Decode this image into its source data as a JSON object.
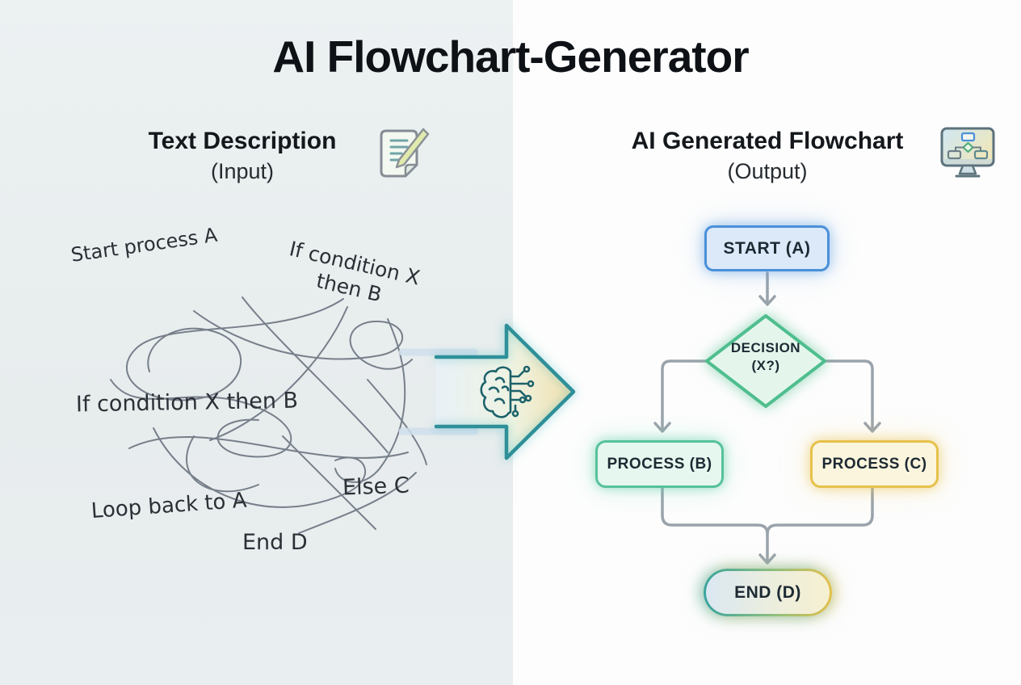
{
  "title": "AI Flowchart-Generator",
  "input_panel": {
    "heading": "Text Description",
    "subheading": "(Input)",
    "icon": "note-pencil-icon",
    "notes": {
      "note1": "Start process A",
      "note2_line1": "If condition X",
      "note2_line2": "then B",
      "note3": "If condition X then B",
      "note4": "Else C",
      "note5": "Loop back to A",
      "note6": "End D"
    }
  },
  "transform": {
    "icon": "ai-brain-circuit-icon",
    "direction": "left-to-right"
  },
  "output_panel": {
    "heading": "AI Generated Flowchart",
    "subheading": "(Output)",
    "icon": "monitor-flowchart-icon",
    "flowchart": {
      "start": {
        "label": "START (A)",
        "shape": "rounded-rectangle",
        "border_color": "#4a90d8",
        "fill_color": "#dbe9f9"
      },
      "decision": {
        "label": "DECISION",
        "sublabel": "(X?)",
        "shape": "diamond",
        "border_color": "#4fbe8e",
        "fill_color": "#e4f6ec"
      },
      "process_b": {
        "label": "PROCESS (B)",
        "shape": "rounded-rectangle",
        "border_color": "#56c29b",
        "fill_color": "#e6f7ef"
      },
      "process_c": {
        "label": "PROCESS (C)",
        "shape": "rounded-rectangle",
        "border_color": "#e6c14b",
        "fill_color": "#fcf5dd"
      },
      "end": {
        "label": "END (D)",
        "shape": "stadium",
        "border_color_left": "#3aa49f",
        "border_color_right": "#e3c04c"
      },
      "edges": [
        "start -> decision",
        "decision -> process_b",
        "decision -> process_c",
        "process_b -> end",
        "process_c -> end"
      ]
    }
  },
  "colors": {
    "left_background": "#e9eef0",
    "right_background": "#fdfdfd",
    "title_text": "#0e1216",
    "scribble_ink": "#6b7480",
    "handwriting_text": "#2b3036",
    "connector_gray": "#9aa3ab",
    "arrow_outline_teal": "#2e9099",
    "arrow_fill_blue": "#e9f1f7",
    "arrow_fill_yellow": "#f2e0ae"
  }
}
